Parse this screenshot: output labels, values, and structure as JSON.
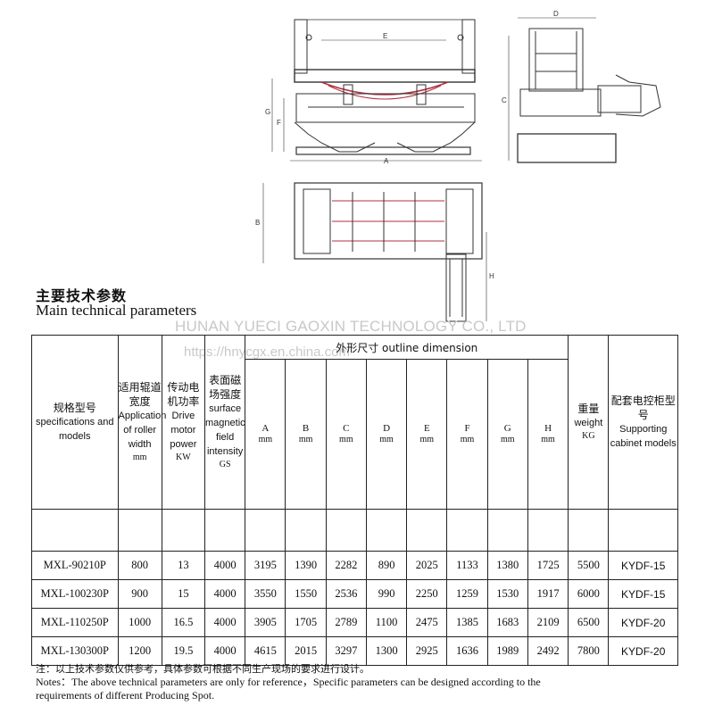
{
  "drawing": {
    "labels": {
      "A": "A",
      "B": "B",
      "C": "C",
      "D": "D",
      "E": "E",
      "F": "F",
      "G": "G",
      "H": "H"
    }
  },
  "watermark": {
    "company": "HUNAN YUECI GAOXIN TECHNOLOGY CO., LTD",
    "url": "https://hnycgx.en.china.com"
  },
  "title": {
    "cn": "主要技术参数",
    "en": "Main technical parameters"
  },
  "table": {
    "group_header": "外形尺寸 outline dimension",
    "headers": {
      "model": {
        "cn": "规格型号",
        "en": "specifications and models"
      },
      "width": {
        "cn": "适用辊道宽度",
        "en": "Application of roller width",
        "unit": "mm"
      },
      "power": {
        "cn": "传动电机功率",
        "en": "Drive motor power",
        "unit": "KW"
      },
      "field": {
        "cn": "表面磁场强度",
        "en": "surface magnetic field intensity",
        "unit": "GS"
      },
      "weight": {
        "cn": "重量",
        "en": "weight",
        "unit": "KG"
      },
      "cabinet": {
        "cn": "配套电控柜型号",
        "en": "Supporting cabinet models"
      },
      "dims": [
        "A",
        "B",
        "C",
        "D",
        "E",
        "F",
        "G",
        "H"
      ],
      "dim_unit": "mm"
    },
    "rows": [
      {
        "model": "MXL-90210P",
        "width": "800",
        "power": "13",
        "field": "4000",
        "dims": [
          "3195",
          "1390",
          "2282",
          "890",
          "2025",
          "1133",
          "1380",
          "1725"
        ],
        "weight": "5500",
        "cabinet": "KYDF-15"
      },
      {
        "model": "MXL-100230P",
        "width": "900",
        "power": "15",
        "field": "4000",
        "dims": [
          "3550",
          "1550",
          "2536",
          "990",
          "2250",
          "1259",
          "1530",
          "1917"
        ],
        "weight": "6000",
        "cabinet": "KYDF-15"
      },
      {
        "model": "MXL-110250P",
        "width": "1000",
        "power": "16.5",
        "field": "4000",
        "dims": [
          "3905",
          "1705",
          "2789",
          "1100",
          "2475",
          "1385",
          "1683",
          "2109"
        ],
        "weight": "6500",
        "cabinet": "KYDF-20"
      },
      {
        "model": "MXL-130300P",
        "width": "1200",
        "power": "19.5",
        "field": "4000",
        "dims": [
          "4615",
          "2015",
          "3297",
          "1300",
          "2925",
          "1636",
          "1989",
          "2492"
        ],
        "weight": "7800",
        "cabinet": "KYDF-20"
      }
    ]
  },
  "notes": {
    "cn": "注：以上技术参数仅供参考，具体参数可根据不同生产现场的要求进行设计。",
    "en1": "Notes：The above technical parameters are only for reference，Specific parameters can be designed according to the",
    "en2": "requirements of different   Producing Spot."
  }
}
